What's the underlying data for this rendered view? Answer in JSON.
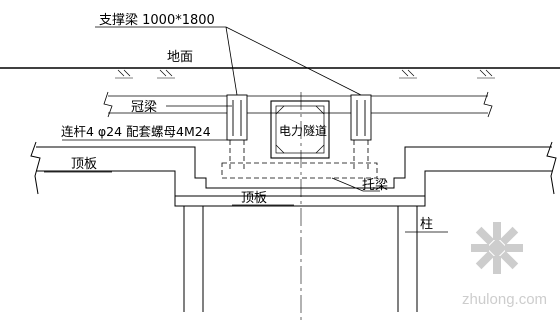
{
  "labels": {
    "brace_beam": "支撑梁  1000*1800",
    "ground": "地面",
    "crown_beam": "冠梁",
    "tie_rod": "连杆4 φ24 配套螺母4M24",
    "power_tunnel": "电力隧道",
    "top_slab_left": "顶板",
    "top_slab_center": "顶板",
    "transfer_beam": "托梁",
    "column": "柱"
  },
  "watermark": {
    "text": "zhulong.com",
    "color": "#c8c8c8"
  },
  "colors": {
    "line": "#000000",
    "background": "#ffffff"
  }
}
